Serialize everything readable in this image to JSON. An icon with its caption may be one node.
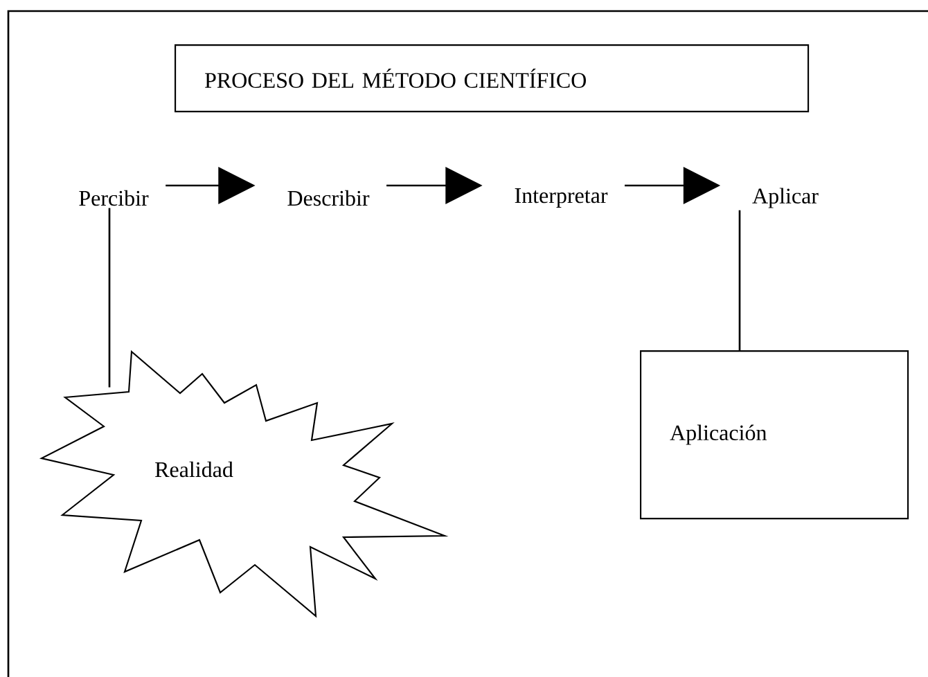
{
  "diagram": {
    "nodes": [
      {
        "text": [
          "PROCESO DEL MÉTODO CIENTÍFICO"
        ]
      },
      {
        "text": [
          "Percibir"
        ]
      },
      {
        "text": [
          "Describir"
        ]
      },
      {
        "text": [
          "Interpretar"
        ]
      },
      {
        "text": [
          "Aplicar"
        ]
      },
      {
        "text": [
          "Realidad"
        ]
      },
      {
        "text": [
          "Aplicación"
        ]
      }
    ],
    "edges": [
      {
        "from": 1,
        "to": 2,
        "arrow": "to"
      },
      {
        "from": 2,
        "to": 3,
        "arrow": "to"
      },
      {
        "from": 3,
        "to": 4,
        "arrow": "to"
      },
      {
        "from": 1,
        "to": 5,
        "arrow": "none"
      },
      {
        "from": 4,
        "to": 6,
        "arrow": "none"
      }
    ]
  }
}
